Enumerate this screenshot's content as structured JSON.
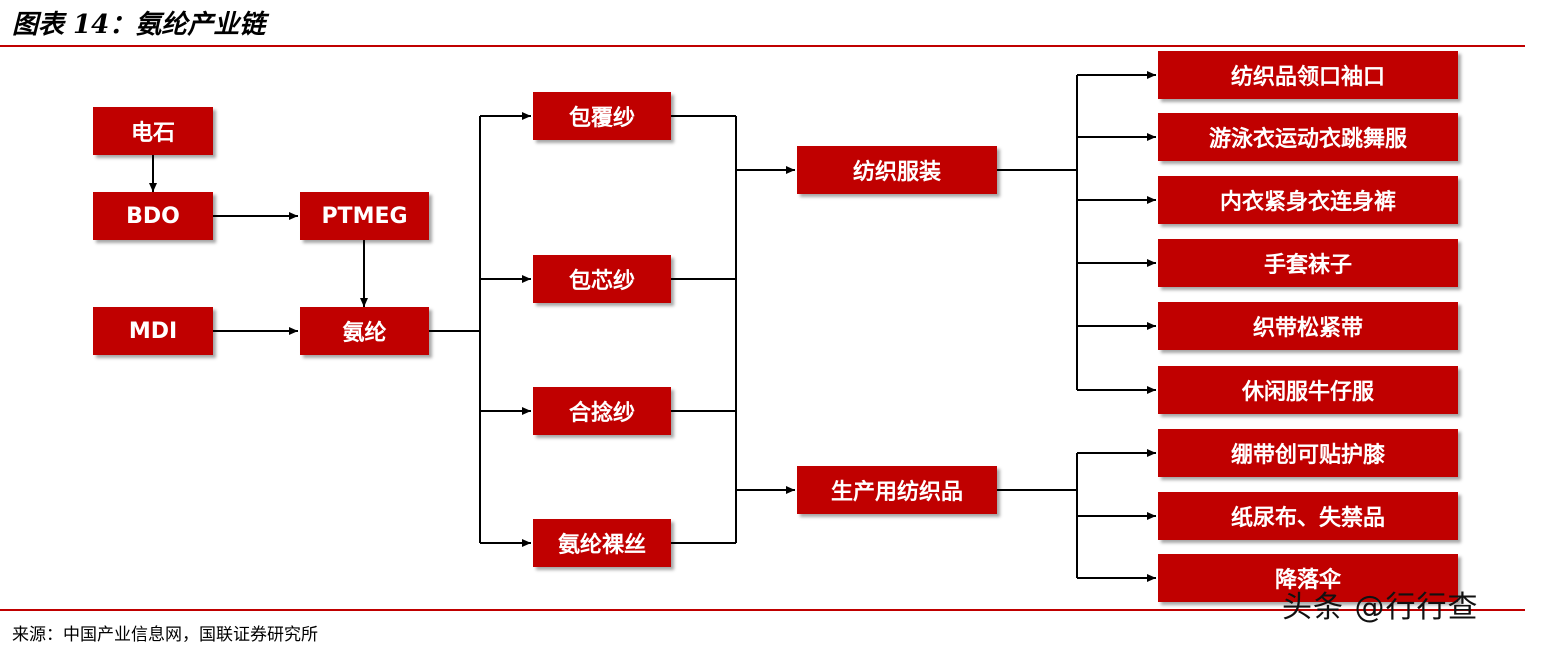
{
  "title": "图表 14：氨纶产业链",
  "source": "来源：中国产业信息网，国联证券研究所",
  "watermark": "头条 @行行查",
  "colors": {
    "box": "#c00000",
    "rule": "#c00000",
    "arrow": "#000000"
  },
  "nodes": {
    "calcium_carbide": "电石",
    "bdo": "BDO",
    "ptmeg": "PTMEG",
    "mdi": "MDI",
    "spandex": "氨纶",
    "covered_yarn": "包覆纱",
    "core_spun_yarn": "包芯纱",
    "plied_yarn": "合捻纱",
    "bare_spandex": "氨纶裸丝",
    "textile_apparel": "纺织服装",
    "industrial_textiles": "生产用纺织品",
    "collar_cuff": "纺织品领口袖口",
    "swim_sport_dance": "游泳衣运动衣跳舞服",
    "underwear_bodysuit": "内衣紧身衣连身裤",
    "gloves_socks": "手套袜子",
    "elastic_band": "织带松紧带",
    "casual_denim": "休闲服牛仔服",
    "bandage": "绷带创可贴护膝",
    "diaper": "纸尿布、失禁品",
    "parachute": "降落伞"
  }
}
